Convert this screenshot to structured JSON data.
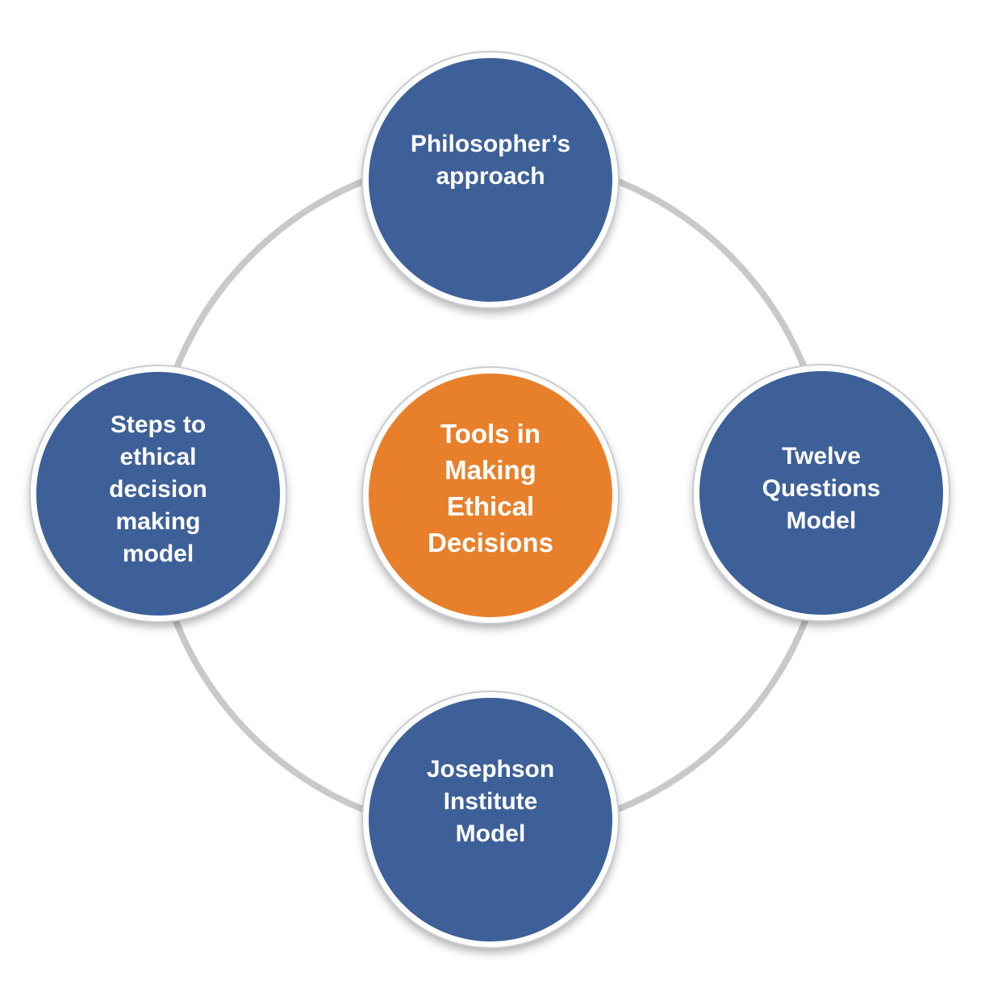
{
  "colors": {
    "outer_node": "#3d6098",
    "center_node": "#e8802b",
    "ring": "#c9c9ca",
    "label": "#ffffff"
  },
  "diagram": {
    "center": {
      "label": "Tools in\nMaking\nEthical\nDecisions"
    },
    "nodes": [
      {
        "id": "top",
        "label": "Philosopher’s\napproach"
      },
      {
        "id": "right",
        "label": "Twelve\nQuestions\nModel"
      },
      {
        "id": "bottom",
        "label": "Josephson\nInstitute\nModel"
      },
      {
        "id": "left",
        "label": "Steps to\nethical\ndecision\nmaking\nmodel"
      }
    ]
  }
}
